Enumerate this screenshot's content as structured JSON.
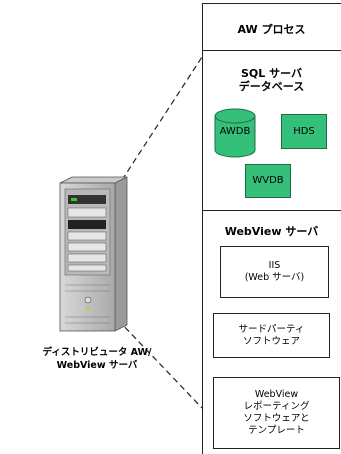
{
  "diagram": {
    "aw_process": "AW プロセス",
    "sql_section": {
      "title": "SQL サーバ\nデータベース",
      "awdb": "AWDB",
      "hds": "HDS",
      "wvdb": "WVDB"
    },
    "webview_section": {
      "title": "WebView サーバ",
      "iis": "IIS\n(Web サーバ)",
      "third_party": "サードパーティ\nソフトウェア",
      "reporting": "WebView\nレポーティング\nソフトウェアと\nテンプレート"
    },
    "server_caption": "ディストリビュータ AW/\nWebView サーバ",
    "colors": {
      "db_green": "#35c07a",
      "line": "#222222"
    }
  }
}
